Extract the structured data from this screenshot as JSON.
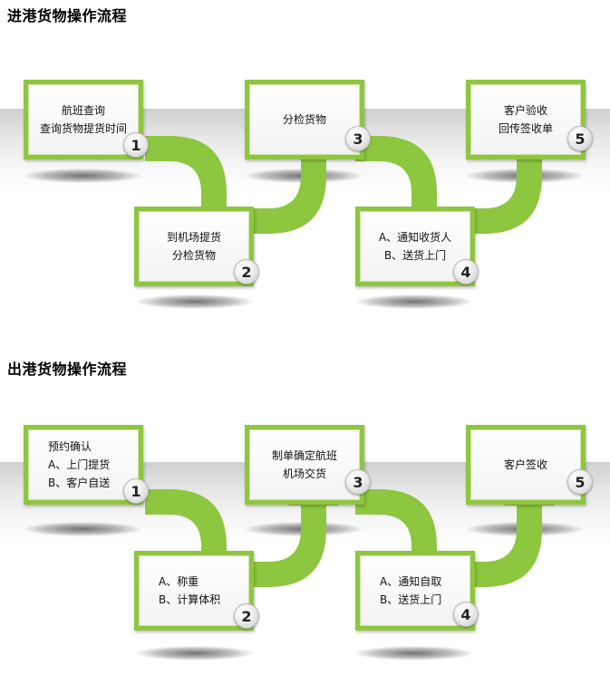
{
  "colors": {
    "accent_green": "#8ec63f",
    "arrow_green": "#8dc63f"
  },
  "sections": [
    {
      "title": "进港货物操作流程",
      "steps": [
        {
          "number": "1",
          "lines": [
            "航班查询",
            "查询货物提货时间"
          ]
        },
        {
          "number": "2",
          "lines": [
            "到机场提货",
            "分检货物"
          ]
        },
        {
          "number": "3",
          "lines": [
            "分检货物"
          ]
        },
        {
          "number": "4",
          "lines": [
            "A、通知收货人",
            "B、送货上门"
          ]
        },
        {
          "number": "5",
          "lines": [
            "客户验收",
            "回传签收单"
          ]
        }
      ]
    },
    {
      "title": "出港货物操作流程",
      "steps": [
        {
          "number": "1",
          "lines": [
            "预约确认",
            "A、上门提货",
            "B、客户自送"
          ]
        },
        {
          "number": "2",
          "lines": [
            "A、称重",
            "B、计算体积"
          ]
        },
        {
          "number": "3",
          "lines": [
            "制单确定航班",
            "机场交货"
          ]
        },
        {
          "number": "4",
          "lines": [
            "A、通知自取",
            "B、送货上门"
          ]
        },
        {
          "number": "5",
          "lines": [
            "客户签收"
          ]
        }
      ]
    }
  ]
}
